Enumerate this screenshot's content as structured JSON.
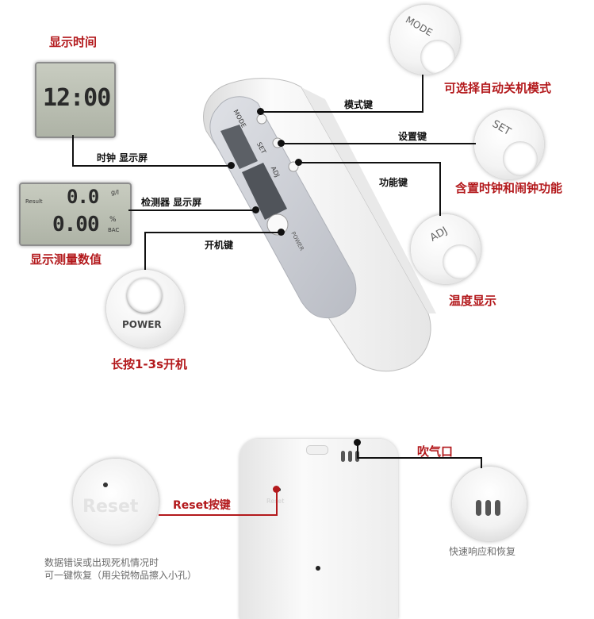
{
  "top": {
    "display_time_label": "显示时间",
    "clock_time": "12:00",
    "clock_line_label": "时钟  显示屏",
    "detector_line_label": "检测器  显示屏",
    "measure_label": "显示测量数值",
    "lcd_result_label": "Result",
    "lcd_value_1": "0.0",
    "lcd_unit_1": "g/l",
    "lcd_value_2": "0.00",
    "lcd_unit_2": "%",
    "lcd_unit_bac": "BAC",
    "power_line_label": "开机键",
    "power_button_text": "POWER",
    "power_hint": "长按1-3s开机",
    "mode_line_label": "模式键",
    "mode_button_text": "MODE",
    "mode_desc": "可选择自动关机模式",
    "set_line_label": "设置键",
    "set_button_text": "SET",
    "set_desc": "含置时钟和闹钟功能",
    "adj_line_label": "功能键",
    "adj_button_text": "ADJ",
    "adj_desc": "温度显示",
    "device_mode": "MODE",
    "device_set": "SET",
    "device_adj": "ADJ",
    "device_power": "POWER"
  },
  "bottom": {
    "reset_circle_text": "Reset",
    "reset_label": "Reset按键",
    "reset_desc_line1": "数据错误或出现死机情况时",
    "reset_desc_line2": "可一键恢复（用尖锐物品擦入小孔）",
    "blow_label": "吹气口",
    "blow_desc": "快速响应和恢复",
    "device_reset_text": "Reset"
  },
  "colors": {
    "accent_red": "#b3191c",
    "device_white": "#f4f4f4",
    "device_gray_panel": "#c9ccd3",
    "lcd_green": "#b7bcae"
  }
}
